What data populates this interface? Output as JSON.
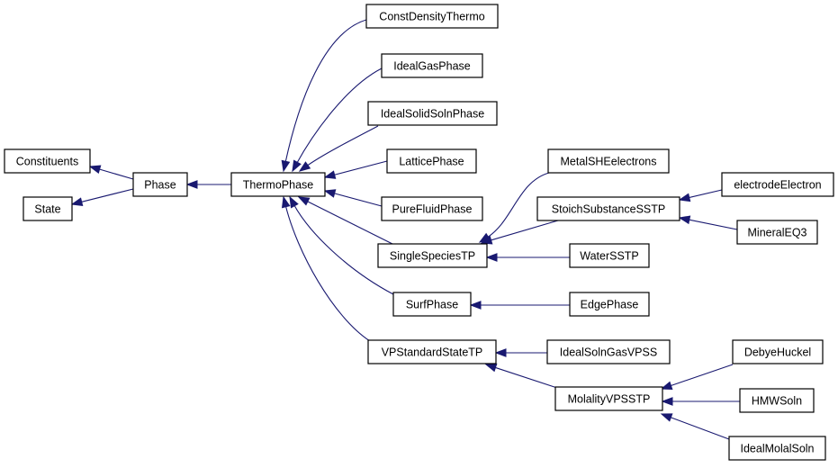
{
  "nodes": [
    {
      "id": "constituents",
      "label": "Constituents"
    },
    {
      "id": "state",
      "label": "State"
    },
    {
      "id": "phase",
      "label": "Phase"
    },
    {
      "id": "thermophase",
      "label": "ThermoPhase"
    },
    {
      "id": "constdensitythermo",
      "label": "ConstDensityThermo"
    },
    {
      "id": "idealgasphase",
      "label": "IdealGasPhase"
    },
    {
      "id": "idealsolidsolnphase",
      "label": "IdealSolidSolnPhase"
    },
    {
      "id": "latticephase",
      "label": "LatticePhase"
    },
    {
      "id": "purefluidphase",
      "label": "PureFluidPhase"
    },
    {
      "id": "singlespeciestp",
      "label": "SingleSpeciesTP"
    },
    {
      "id": "surfphase",
      "label": "SurfPhase"
    },
    {
      "id": "vpstandardstatetp",
      "label": "VPStandardStateTP"
    },
    {
      "id": "metalsheelectrons",
      "label": "MetalSHEelectrons"
    },
    {
      "id": "stoichsubstancesstp",
      "label": "StoichSubstanceSSTP"
    },
    {
      "id": "watersstp",
      "label": "WaterSSTP"
    },
    {
      "id": "edgephase",
      "label": "EdgePhase"
    },
    {
      "id": "idealsolngasvpss",
      "label": "IdealSolnGasVPSS"
    },
    {
      "id": "molalityvpsstp",
      "label": "MolalityVPSSTP"
    },
    {
      "id": "electrodeelectron",
      "label": "electrodeElectron"
    },
    {
      "id": "mineraleq3",
      "label": "MineralEQ3"
    },
    {
      "id": "debyehuckel",
      "label": "DebyeHuckel"
    },
    {
      "id": "hmwsoln",
      "label": "HMWSoln"
    },
    {
      "id": "idealmolalsoln",
      "label": "IdealMolalSoln"
    }
  ],
  "edges": [
    {
      "from": "phase",
      "to": "constituents"
    },
    {
      "from": "phase",
      "to": "state"
    },
    {
      "from": "thermophase",
      "to": "phase"
    },
    {
      "from": "constdensitythermo",
      "to": "thermophase"
    },
    {
      "from": "idealgasphase",
      "to": "thermophase"
    },
    {
      "from": "idealsolidsolnphase",
      "to": "thermophase"
    },
    {
      "from": "latticephase",
      "to": "thermophase"
    },
    {
      "from": "purefluidphase",
      "to": "thermophase"
    },
    {
      "from": "singlespeciestp",
      "to": "thermophase"
    },
    {
      "from": "surfphase",
      "to": "thermophase"
    },
    {
      "from": "vpstandardstatetp",
      "to": "thermophase"
    },
    {
      "from": "metalsheelectrons",
      "to": "singlespeciestp"
    },
    {
      "from": "stoichsubstancesstp",
      "to": "singlespeciestp"
    },
    {
      "from": "watersstp",
      "to": "singlespeciestp"
    },
    {
      "from": "edgephase",
      "to": "surfphase"
    },
    {
      "from": "idealsolngasvpss",
      "to": "vpstandardstatetp"
    },
    {
      "from": "molalityvpsstp",
      "to": "vpstandardstatetp"
    },
    {
      "from": "electrodeelectron",
      "to": "stoichsubstancesstp"
    },
    {
      "from": "mineraleq3",
      "to": "stoichsubstancesstp"
    },
    {
      "from": "debyehuckel",
      "to": "molalityvpsstp"
    },
    {
      "from": "hmwsoln",
      "to": "molalityvpsstp"
    },
    {
      "from": "idealmolalsoln",
      "to": "molalityvpsstp"
    }
  ],
  "colors": {
    "edge": "#191970",
    "node_border": "#000000",
    "node_fill": "#ffffff"
  }
}
